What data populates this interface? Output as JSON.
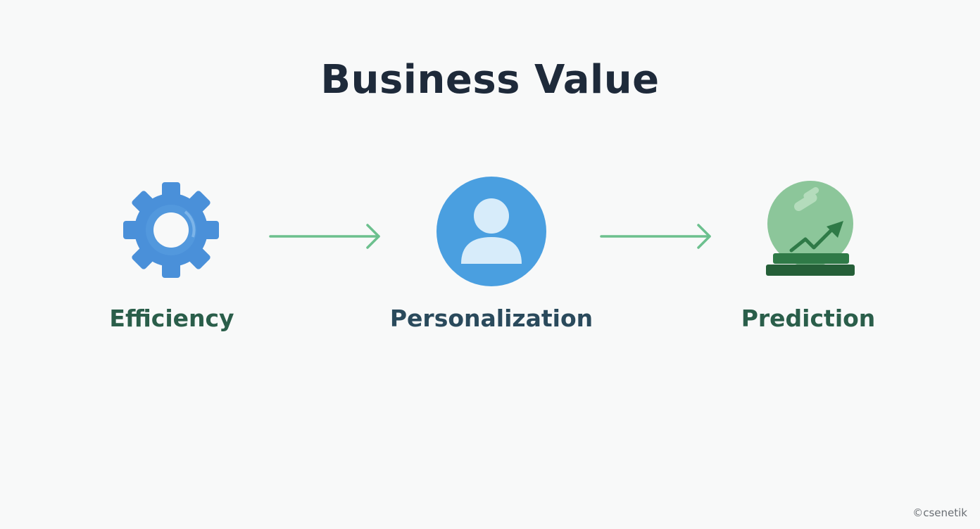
{
  "title": "Business Value",
  "steps": [
    {
      "label": "Efficiency",
      "icon": "gear-icon",
      "color": "#4a90d9"
    },
    {
      "label": "Personalization",
      "icon": "user-icon",
      "color": "#4a9fe0"
    },
    {
      "label": "Prediction",
      "icon": "crystal-ball-icon",
      "color": "#8cc69a"
    }
  ],
  "arrow_color": "#6cc08e",
  "watermark": "©csenetik"
}
